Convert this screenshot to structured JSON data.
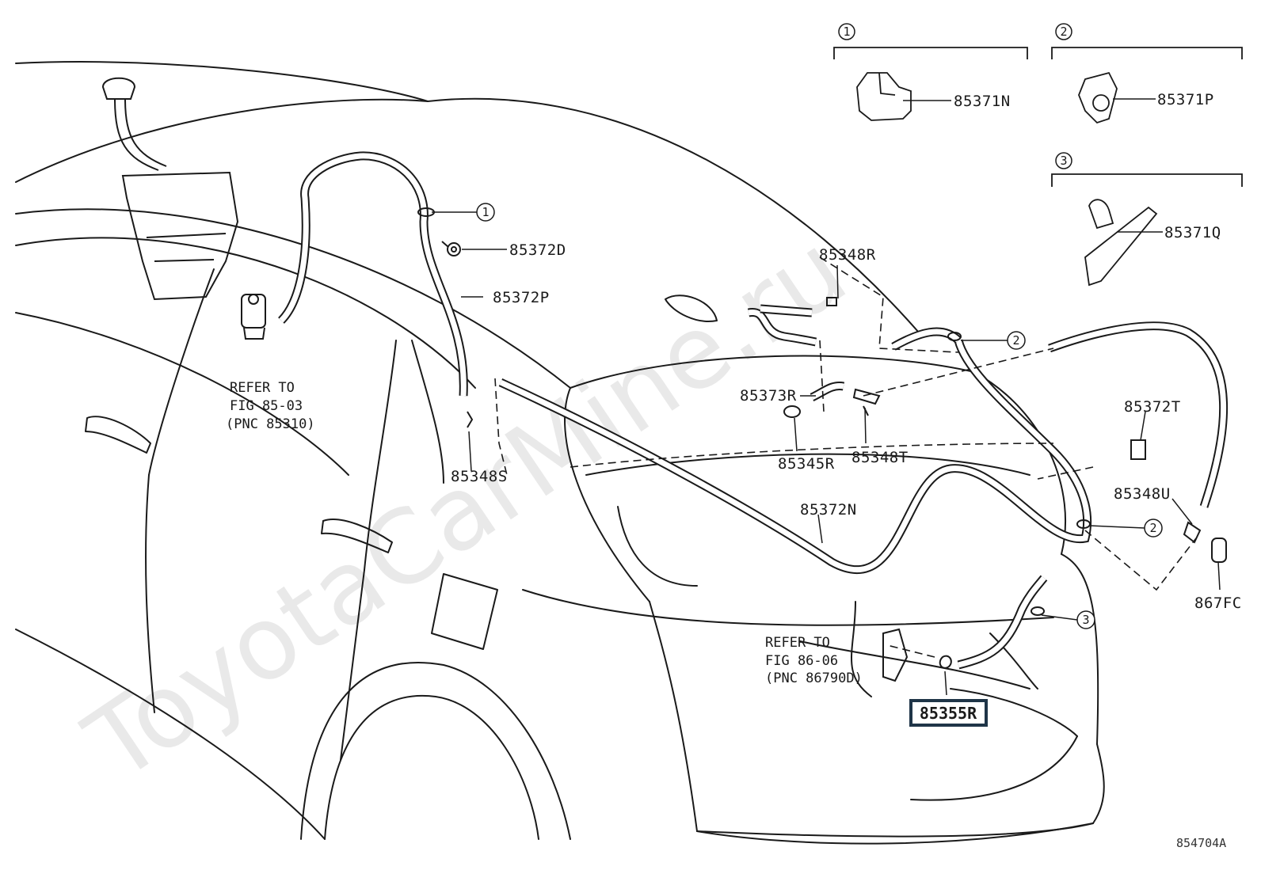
{
  "watermark": "ToyotaCarMine.ru",
  "figure_id": "854704A",
  "callout_legend": [
    {
      "num": "1",
      "part": "85371N"
    },
    {
      "num": "2",
      "part": "85371P"
    },
    {
      "num": "3",
      "part": "85371Q"
    }
  ],
  "callouts": {
    "c1": "1",
    "c2": "2",
    "c3": "3"
  },
  "parts": {
    "p85372D": "85372D",
    "p85372P": "85372P",
    "p85348S": "85348S",
    "p85348R": "85348R",
    "p85373R": "85373R",
    "p85345R": "85345R",
    "p85348T": "85348T",
    "p85372T": "85372T",
    "p85348U": "85348U",
    "p85372N": "85372N",
    "p867FC": "867FC",
    "p85355R": "85355R"
  },
  "references": {
    "ref1": {
      "line1": "REFER TO",
      "line2": "FIG 85-03",
      "line3": "(PNC 85310)"
    },
    "ref2": {
      "line1": "REFER TO",
      "line2": "FIG 86-06",
      "line3": "(PNC 86790D)"
    }
  },
  "highlighted_part": "85355R"
}
